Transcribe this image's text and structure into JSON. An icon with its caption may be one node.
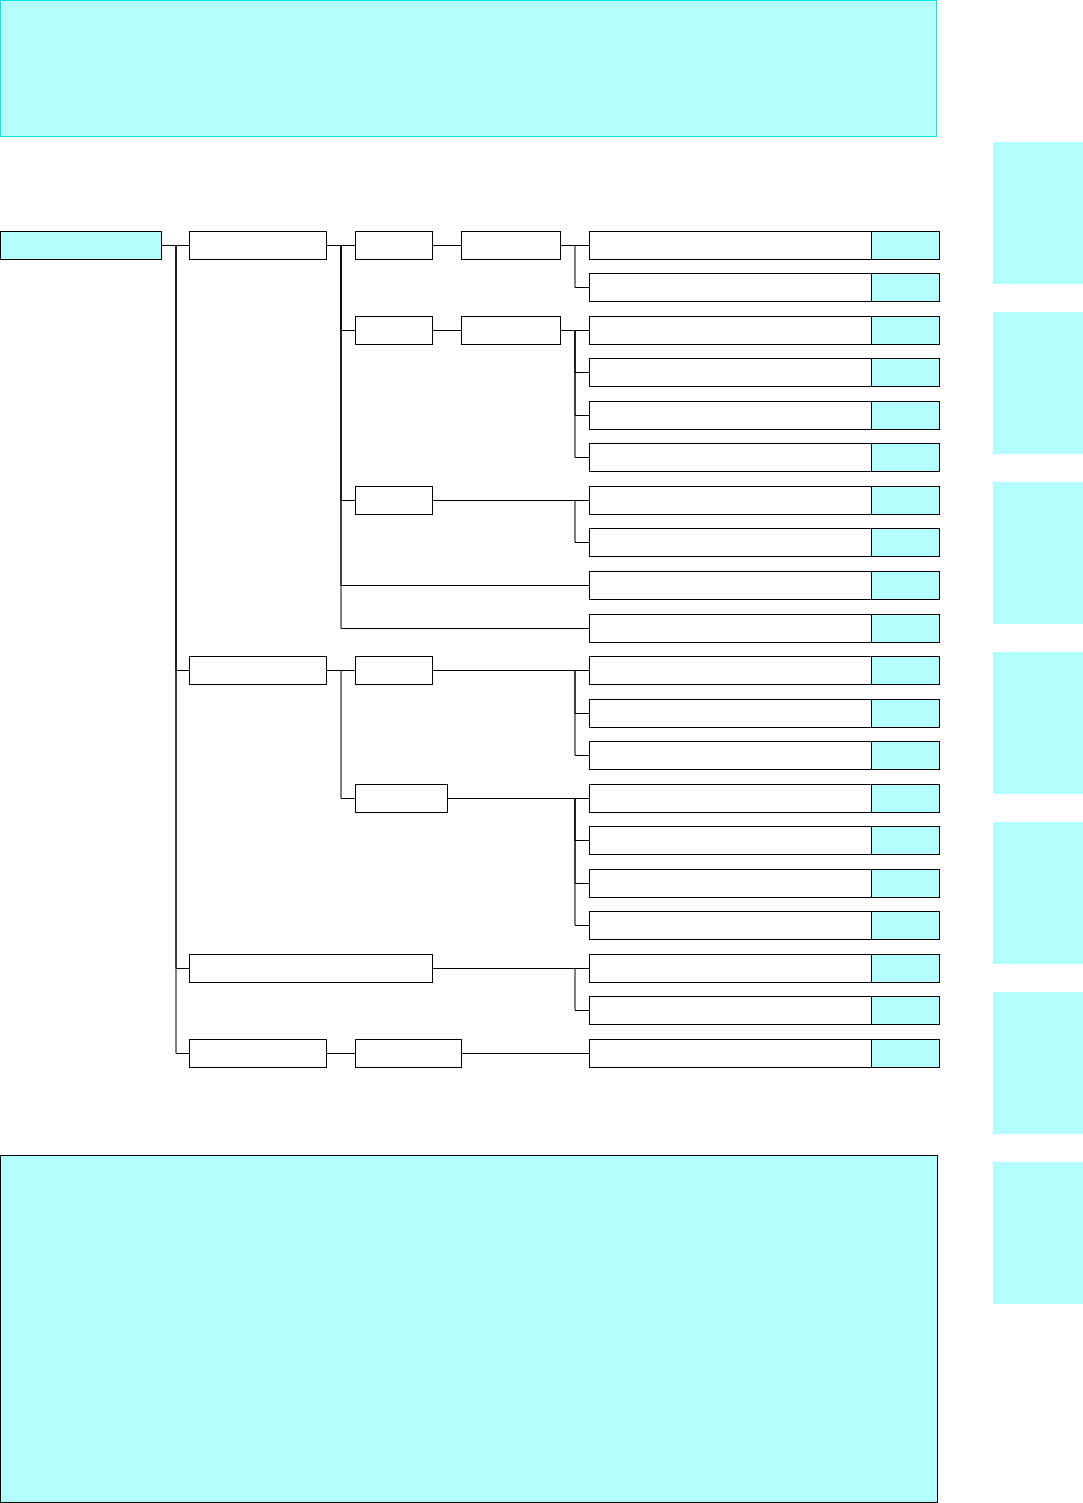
{
  "diagram": {
    "nodes": [
      {
        "text": [],
        "shape": "box"
      },
      {
        "text": [],
        "shape": "box"
      },
      {
        "text": [],
        "shape": "box"
      },
      {
        "text": [],
        "shape": "box"
      },
      {
        "text": [],
        "shape": "box"
      },
      {
        "text": [],
        "shape": "box"
      },
      {
        "text": [],
        "shape": "box"
      },
      {
        "text": [],
        "shape": "box"
      },
      {
        "text": [],
        "shape": "box"
      },
      {
        "text": [],
        "shape": "box"
      },
      {
        "text": [],
        "shape": "box"
      },
      {
        "text": [],
        "shape": "box"
      },
      {
        "text": [],
        "shape": "box"
      },
      {
        "text": [],
        "shape": "box"
      },
      {
        "text": [],
        "shape": "box"
      },
      {
        "text": [],
        "shape": "box"
      },
      {
        "text": [],
        "shape": "box"
      },
      {
        "text": [],
        "shape": "box"
      },
      {
        "text": [],
        "shape": "box"
      },
      {
        "text": [],
        "shape": "box"
      },
      {
        "text": [],
        "shape": "box"
      },
      {
        "text": [],
        "shape": "box"
      },
      {
        "text": [],
        "shape": "box"
      },
      {
        "text": [],
        "shape": "box"
      },
      {
        "text": [],
        "shape": "box"
      },
      {
        "text": [],
        "shape": "box"
      },
      {
        "text": [],
        "shape": "box"
      },
      {
        "text": [],
        "shape": "box"
      },
      {
        "text": [],
        "shape": "box"
      },
      {
        "text": [],
        "shape": "box"
      },
      {
        "text": [],
        "shape": "box"
      },
      {
        "text": [],
        "shape": "box"
      },
      {
        "text": [],
        "shape": "box"
      },
      {
        "text": [],
        "shape": "box"
      },
      {
        "text": [],
        "shape": "box"
      },
      {
        "text": [],
        "shape": "box"
      },
      {
        "text": [],
        "shape": "box"
      },
      {
        "text": [],
        "shape": "box"
      },
      {
        "text": [],
        "shape": "box"
      },
      {
        "text": [],
        "shape": "box"
      },
      {
        "text": [],
        "shape": "box"
      },
      {
        "text": [],
        "shape": "box"
      }
    ],
    "edges": [
      {
        "from": 1,
        "to": 2,
        "arrow": "none"
      },
      {
        "from": 1,
        "to": 18,
        "arrow": "none"
      },
      {
        "from": 1,
        "to": 28,
        "arrow": "none"
      },
      {
        "from": 1,
        "to": 31,
        "arrow": "none"
      },
      {
        "from": 2,
        "to": 3,
        "arrow": "none"
      },
      {
        "from": 2,
        "to": 7,
        "arrow": "none"
      },
      {
        "from": 2,
        "to": 13,
        "arrow": "none"
      },
      {
        "from": 2,
        "to": 16,
        "arrow": "none"
      },
      {
        "from": 2,
        "to": 17,
        "arrow": "none"
      },
      {
        "from": 3,
        "to": 4,
        "arrow": "none"
      },
      {
        "from": 4,
        "to": 5,
        "arrow": "none"
      },
      {
        "from": 4,
        "to": 6,
        "arrow": "none"
      },
      {
        "from": 7,
        "to": 8,
        "arrow": "none"
      },
      {
        "from": 8,
        "to": 9,
        "arrow": "none"
      },
      {
        "from": 8,
        "to": 10,
        "arrow": "none"
      },
      {
        "from": 8,
        "to": 11,
        "arrow": "none"
      },
      {
        "from": 8,
        "to": 12,
        "arrow": "none"
      },
      {
        "from": 13,
        "to": 14,
        "arrow": "none"
      },
      {
        "from": 13,
        "to": 15,
        "arrow": "none"
      },
      {
        "from": 18,
        "to": 19,
        "arrow": "none"
      },
      {
        "from": 18,
        "to": 23,
        "arrow": "none"
      },
      {
        "from": 19,
        "to": 20,
        "arrow": "none"
      },
      {
        "from": 19,
        "to": 21,
        "arrow": "none"
      },
      {
        "from": 19,
        "to": 22,
        "arrow": "none"
      },
      {
        "from": 23,
        "to": 24,
        "arrow": "none"
      },
      {
        "from": 23,
        "to": 25,
        "arrow": "none"
      },
      {
        "from": 23,
        "to": 26,
        "arrow": "none"
      },
      {
        "from": 23,
        "to": 27,
        "arrow": "none"
      },
      {
        "from": 28,
        "to": 29,
        "arrow": "none"
      },
      {
        "from": 28,
        "to": 30,
        "arrow": "none"
      },
      {
        "from": 31,
        "to": 32,
        "arrow": "none"
      },
      {
        "from": 32,
        "to": 33,
        "arrow": "none"
      }
    ]
  }
}
